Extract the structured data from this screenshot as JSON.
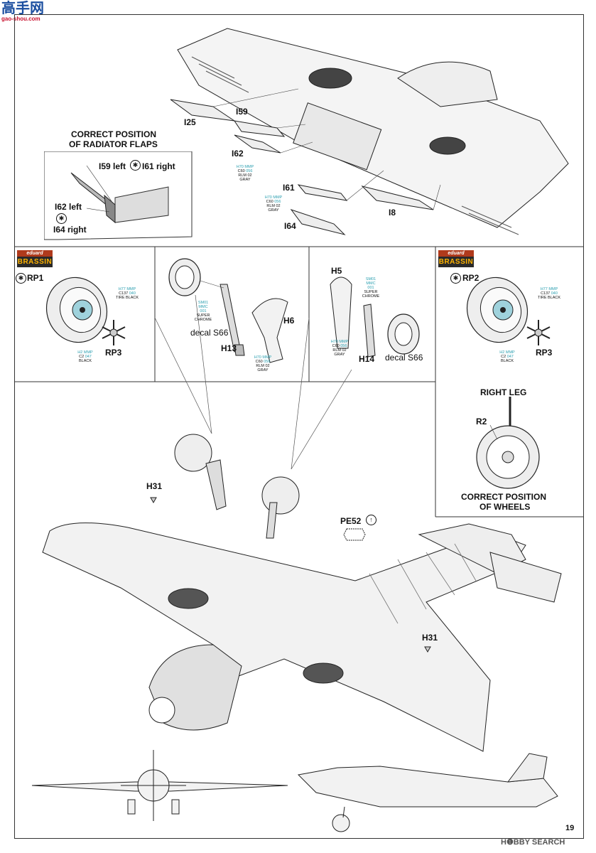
{
  "watermark_top": {
    "logo": "高手网",
    "url": "gao-shou.com"
  },
  "page_number": "19",
  "watermark_bottom": "H❶BBY SEARCH",
  "radiator": {
    "title_line1": "CORRECT POSITION",
    "title_line2": "OF RADIATOR FLAPS",
    "label_a": "I59 left",
    "label_b": "I61 right",
    "label_c": "I62 left",
    "label_d": "I64 right"
  },
  "parts_top": {
    "I25": "I25",
    "I59": "I59",
    "I62": "I62",
    "I61": "I61",
    "I8": "I8",
    "I64": "I64"
  },
  "paint_top1": {
    "r1a": "H70",
    "r1b": "MMP",
    "r2a": "C60",
    "r2b": "056",
    "r3": "RLM 02",
    "r4": "GRAY"
  },
  "paint_top2": {
    "r1a": "H70",
    "r1b": "MMP",
    "r2a": "C60",
    "r2b": "056",
    "r3": "RLM 02",
    "r4": "GRAY"
  },
  "brassin": {
    "line1": "eduard",
    "line2": "BRASSIN"
  },
  "left_panel": {
    "rp1": "RP1",
    "rp3": "RP3",
    "tire": {
      "r1a": "H77",
      "r1b": "MMP",
      "r2a": "C137",
      "r2b": "040",
      "r3": "TIRE BLACK"
    },
    "black": {
      "r1a": "H2",
      "r1b": "MMP",
      "r2a": "C2",
      "r2b": "047",
      "r3": "BLACK"
    }
  },
  "mid_left_panel": {
    "h6": "H6",
    "h13": "H13",
    "decal": "decal S66",
    "chrome": {
      "r1": "SM01",
      "r2": "MMC",
      "r3": "001",
      "r4": "SUPER CHROME"
    },
    "gray": {
      "r1a": "H70",
      "r1b": "MMP",
      "r2a": "C60",
      "r2b": "056",
      "r3": "RLM 02",
      "r4": "GRAY"
    }
  },
  "mid_right_panel": {
    "h5": "H5",
    "h14": "H14",
    "decal": "decal S66",
    "chrome": {
      "r1": "SM01",
      "r2": "MMC",
      "r3": "001",
      "r4": "SUPER CHROME"
    },
    "gray": {
      "r1a": "H70",
      "r1b": "MMP",
      "r2a": "C60",
      "r2b": "056",
      "r3": "RLM 02",
      "r4": "GRAY"
    }
  },
  "right_panel": {
    "rp2": "RP2",
    "rp3": "RP3",
    "tire": {
      "r1a": "H77",
      "r1b": "MMP",
      "r2a": "C137",
      "r2b": "040",
      "r3": "TIRE BLACK"
    },
    "black": {
      "r1a": "H2",
      "r1b": "MMP",
      "r2a": "C2",
      "r2b": "047",
      "r3": "BLACK"
    }
  },
  "wheel_panel": {
    "title": "RIGHT LEG",
    "r2": "R2",
    "caption_line1": "CORRECT POSITION",
    "caption_line2": "OF WHEELS"
  },
  "main": {
    "h31a": "H31",
    "pe52": "PE52",
    "h31b": "H31"
  }
}
